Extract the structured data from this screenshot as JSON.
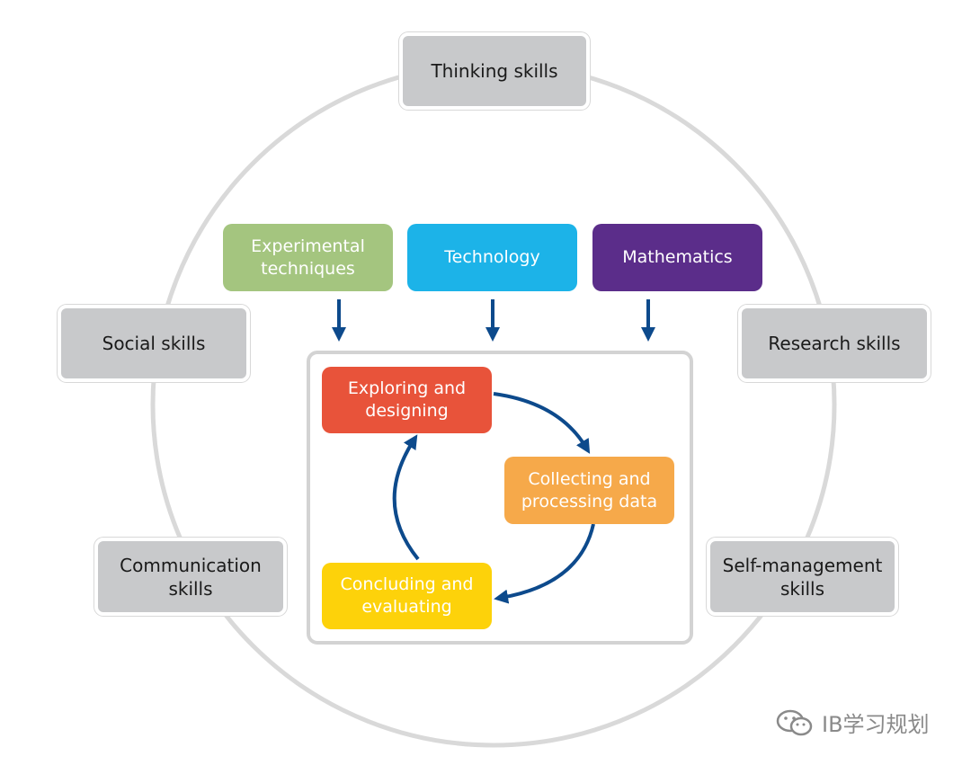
{
  "skills": {
    "thinking": "Thinking skills",
    "social": "Social skills",
    "research": "Research skills",
    "communication": "Communication\nskills",
    "self_management": "Self-management\nskills"
  },
  "tools": {
    "experimental": "Experimental\ntechniques",
    "technology": "Technology",
    "mathematics": "Mathematics"
  },
  "cycle": {
    "exploring": "Exploring and\ndesigning",
    "collecting": "Collecting and\nprocessing data",
    "concluding": "Concluding and\nevaluating"
  },
  "watermark": {
    "text": "IB学习规划",
    "icon": "wechat-icon"
  },
  "colors": {
    "outer_ring": "#d9d9d9",
    "skill_box": "#c8c9cb",
    "experimental": "#a4c57f",
    "technology": "#1cb3e8",
    "mathematics": "#5b2d8a",
    "exploring": "#e8533a",
    "collecting": "#f6a94a",
    "concluding": "#fdd20a",
    "arrow": "#0d4a8c",
    "inner_frame": "#d3d3d3"
  }
}
